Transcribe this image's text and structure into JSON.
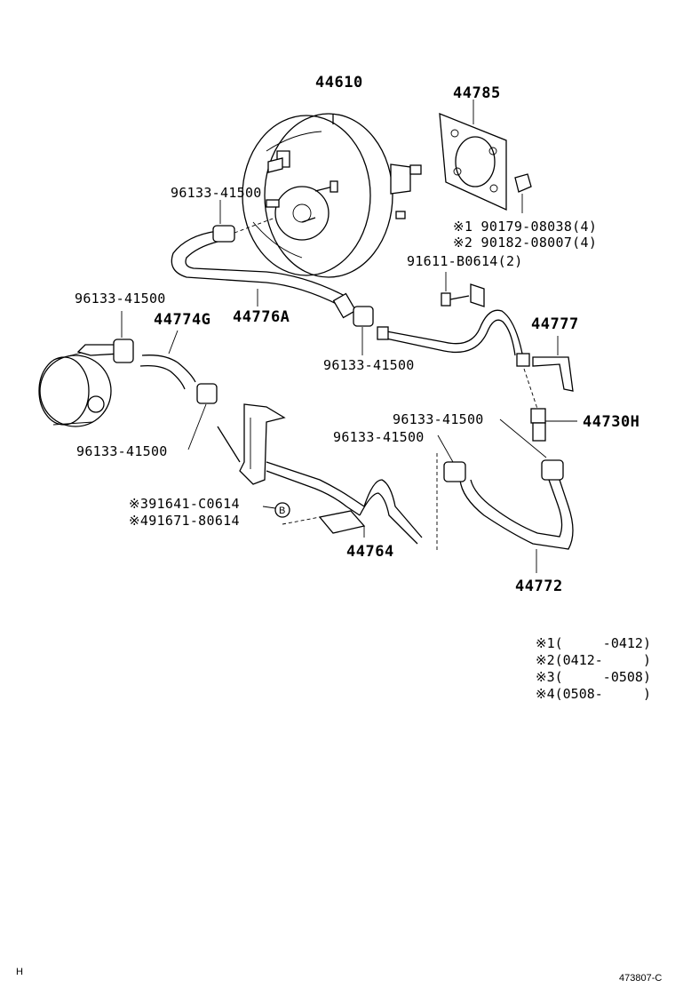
{
  "labels": {
    "booster": "44610",
    "gasket": "44785",
    "clamp_top": "96133-41500",
    "note1_part": "※1 90179-08038(4)",
    "note2_part": "※2 90182-08007(4)",
    "bolt": "91611-B0614(2)",
    "clamp_left": "96133-41500",
    "hose_g": "44774G",
    "hose_a": "44776A",
    "clamp_center": "96133-41500",
    "pipe_777": "44777",
    "clamp_right": "96133-41500",
    "valve": "44730H",
    "clamp_mid": "96133-41500",
    "clamp_lower_left": "96133-41500",
    "note3_part": "※391641-C0614",
    "note4_part": "※491671-80614",
    "b_marker": "B",
    "pipe_764": "44764",
    "hose_772": "44772"
  },
  "legend": [
    "※1(     -0412)",
    "※2(0412-     )",
    "※3(     -0508)",
    "※4(0508-     )"
  ],
  "footer": {
    "left_code": "H",
    "right_code": "473807-C"
  }
}
